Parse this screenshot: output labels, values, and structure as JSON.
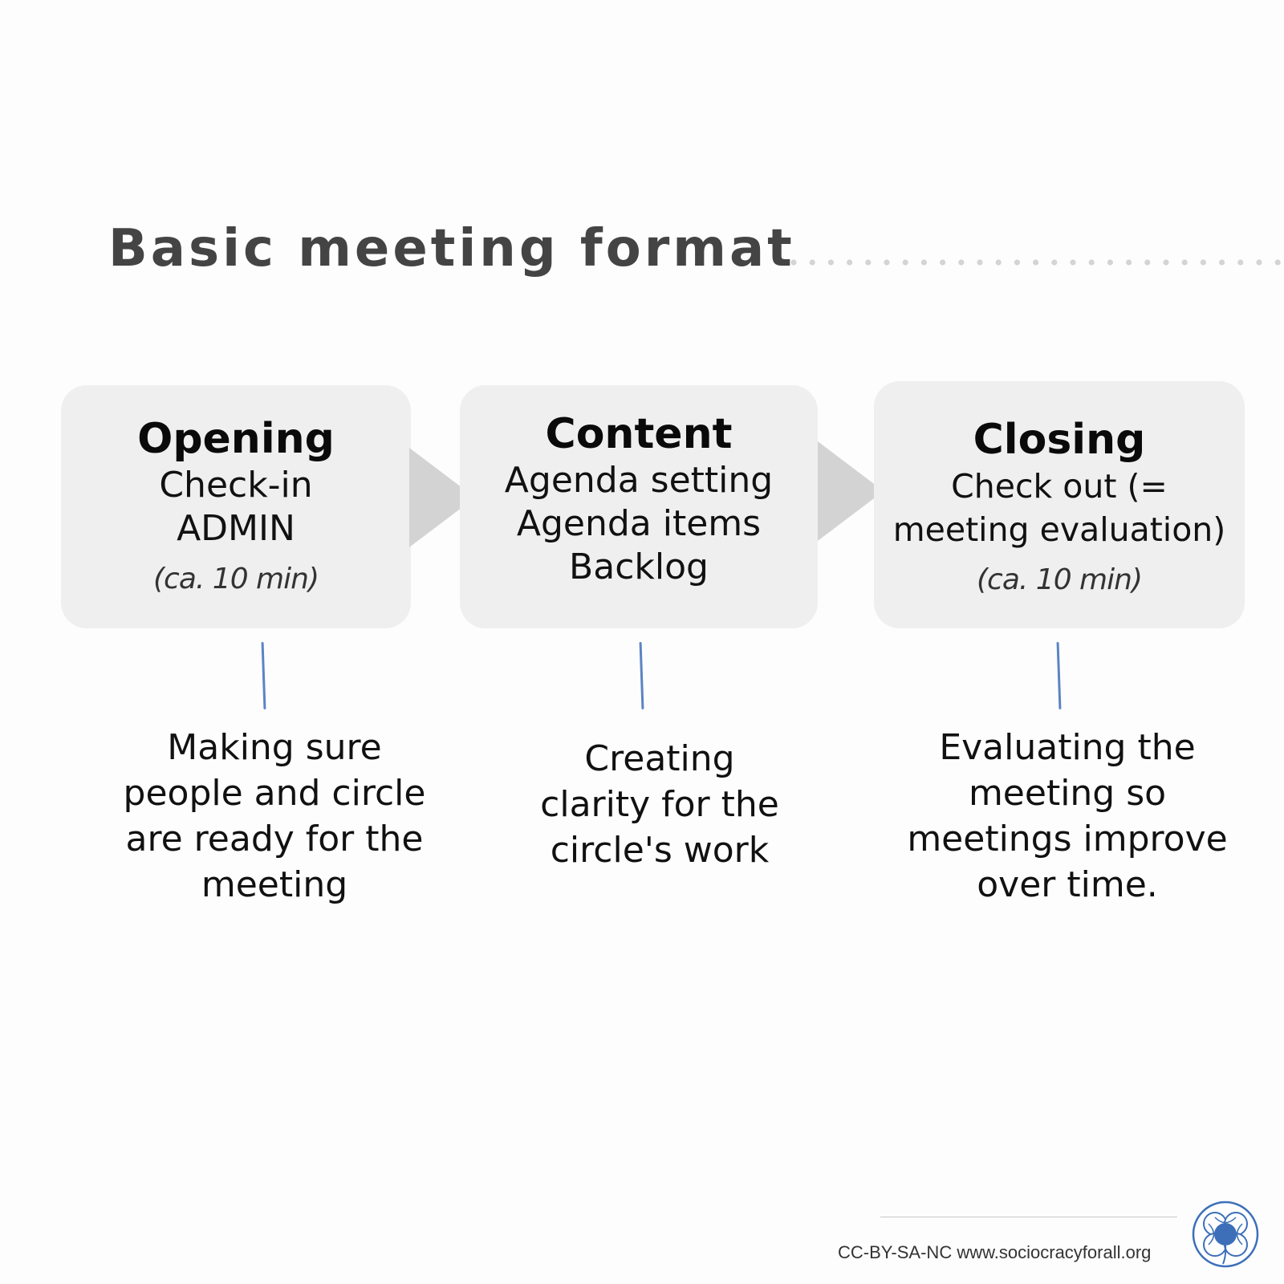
{
  "title": "Basic meeting format",
  "stages": [
    {
      "name": "Opening",
      "lines": [
        "Check-in",
        "ADMIN"
      ],
      "duration": "(ca. 10 min)",
      "description": [
        "Making sure",
        "people and circle",
        "are ready for the",
        "meeting"
      ]
    },
    {
      "name": "Content",
      "lines": [
        "Agenda setting",
        "Agenda items",
        "Backlog"
      ],
      "duration": "",
      "description": [
        "Creating",
        "clarity for the",
        "circle's work"
      ]
    },
    {
      "name": "Closing",
      "lines": [
        "Check out (=",
        "meeting evaluation)"
      ],
      "duration": "(ca. 10 min)",
      "description": [
        "Evaluating the",
        "meeting so",
        "meetings improve",
        "over time."
      ]
    }
  ],
  "footer": {
    "credit": "CC-BY-SA-NC www.sociocracyforall.org"
  },
  "colors": {
    "box_fill": "#efefef",
    "arrow_fill": "#d3d3d3",
    "connector": "#5b84c4",
    "title": "#444444",
    "logo_blue": "#3d6fb8"
  },
  "icons": {
    "logo": "sociocracy-for-all-logo"
  }
}
